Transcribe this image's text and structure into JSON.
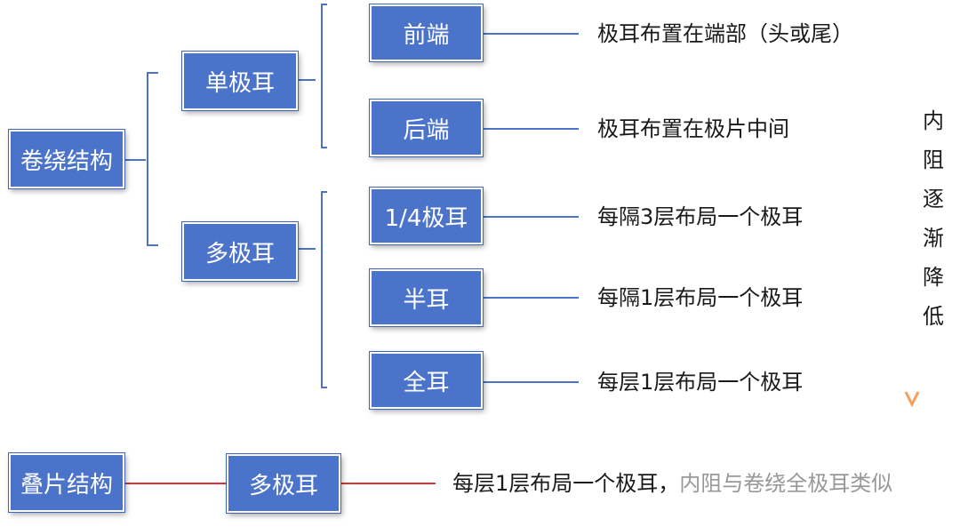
{
  "winding": {
    "root": "卷绕结构",
    "single": {
      "label": "单极耳",
      "front": {
        "label": "前端",
        "desc": "极耳布置在端部（头或尾）"
      },
      "back": {
        "label": "后端",
        "desc": "极耳布置在极片中间"
      }
    },
    "multi": {
      "label": "多极耳",
      "quarter": {
        "label": "1/4极耳",
        "desc": "每隔3层布局一个极耳"
      },
      "half": {
        "label": "半耳",
        "desc": "每隔1层布局一个极耳"
      },
      "full": {
        "label": "全耳",
        "desc": "每层1层布局一个极耳"
      }
    }
  },
  "stacking": {
    "root": "叠片结构",
    "multi": "多极耳",
    "desc": "每层1层布局一个极耳，内阻与卷绕全极耳类似"
  },
  "trend": {
    "chars": [
      "内",
      "阻",
      "逐",
      "渐",
      "降",
      "低"
    ],
    "arrow_top_color": "#e0202a",
    "arrow_bottom_color": "#f4a05c"
  },
  "colors": {
    "box": "#4a73c9",
    "connector": "#4a73c9",
    "stack_connector": "#e0303a"
  }
}
